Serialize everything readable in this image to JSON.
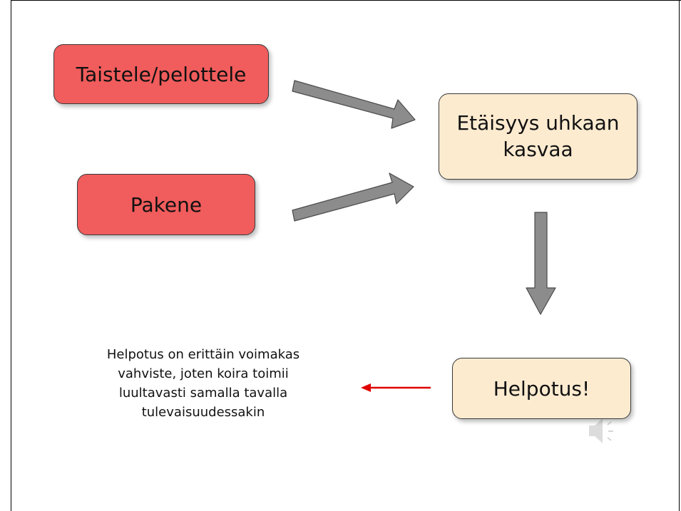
{
  "diagram": {
    "fight_label": "Taistele/pelottele",
    "flee_label": "Pakene",
    "distance_label": "Etäisyys uhkaan\nkasvaa",
    "relief_label": "Helpotus!",
    "caption_text": "Helpotus on erittäin voimakas\nvahviste, joten koira toimii\nluultavasti samalla tavalla\ntulevaisuudessakin"
  },
  "colors": {
    "red_box": "#f15c5c",
    "cream_box": "#fdebd0",
    "gray_arrow": "#8c8c8c",
    "red_arrow": "#e00000"
  },
  "icons": {
    "speaker": "speaker-icon"
  }
}
